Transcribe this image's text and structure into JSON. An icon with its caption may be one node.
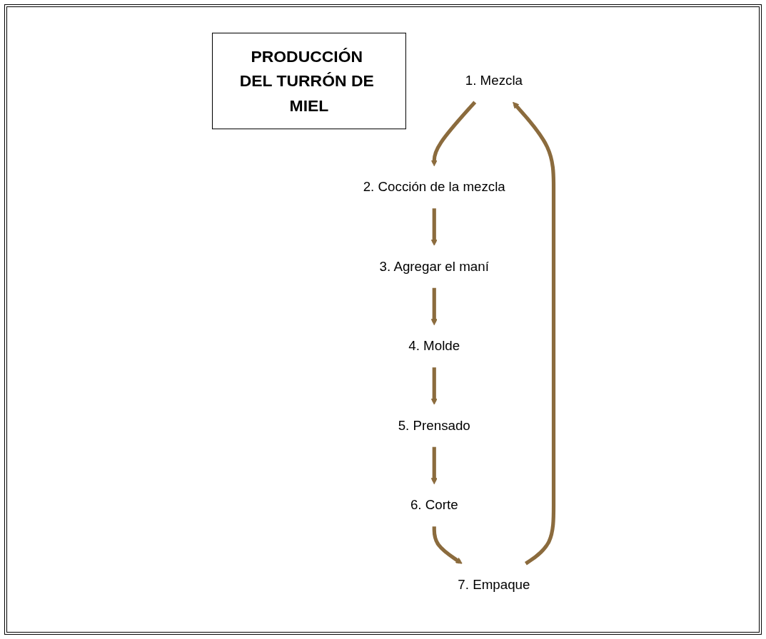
{
  "diagram": {
    "nodes": [
      {
        "text": [
          "PRODUCCIÓN DEL TURRÓN DE MIEL"
        ]
      },
      {
        "text": [
          "1. Mezcla"
        ]
      },
      {
        "text": [
          "2. Cocción de la mezcla"
        ]
      },
      {
        "text": [
          "3. Agregar el maní"
        ]
      },
      {
        "text": [
          "4. Molde"
        ]
      },
      {
        "text": [
          "5. Prensado"
        ]
      },
      {
        "text": [
          "6. Corte"
        ]
      },
      {
        "text": [
          "7. Empaque"
        ]
      }
    ],
    "edges": [
      {
        "from": 7,
        "to": 1,
        "arrow": "to"
      },
      {
        "from": 1,
        "to": 2,
        "arrow": "to"
      },
      {
        "from": 2,
        "to": 3,
        "arrow": "to"
      },
      {
        "from": 3,
        "to": 4,
        "arrow": "to"
      },
      {
        "from": 4,
        "to": 5,
        "arrow": "to"
      },
      {
        "from": 5,
        "to": 6,
        "arrow": "to"
      },
      {
        "from": 6,
        "to": 7,
        "arrow": "to"
      }
    ]
  }
}
